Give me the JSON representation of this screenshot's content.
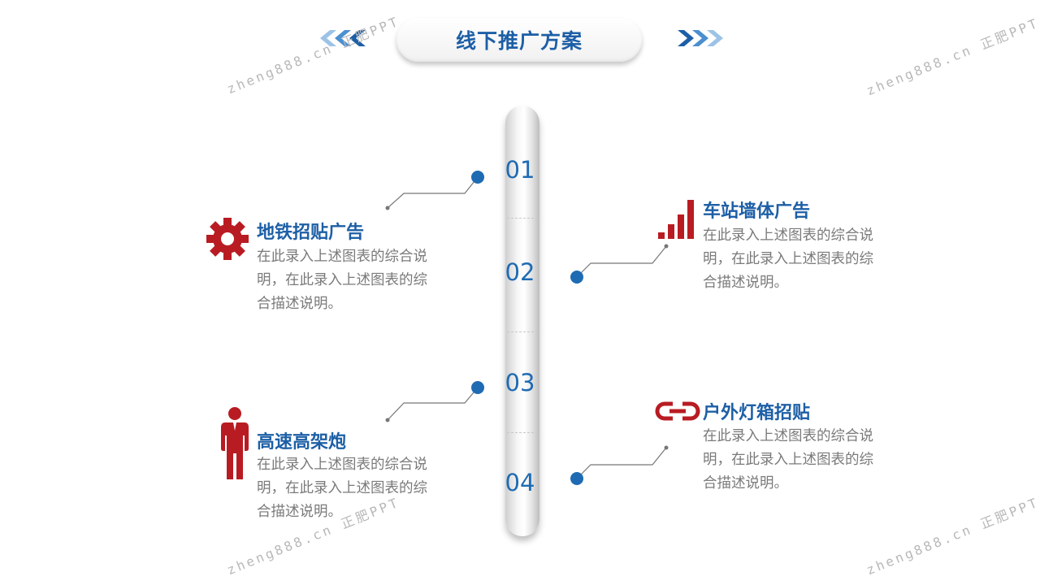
{
  "title": "线下推广方案",
  "watermarks": [
    {
      "text": "zheng888.cn 正肥PPT"
    },
    {
      "text": "zheng888.cn 正肥PPT"
    },
    {
      "text": "zheng888.cn 正肥PPT"
    },
    {
      "text": "zheng888.cn 正肥PPT"
    }
  ],
  "timeline": [
    {
      "number": "01",
      "heading": "地铁招贴广告",
      "icon": "gear-icon",
      "description": "在此录入上述图表的综合说明，在此录入上述图表的综合描述说明。"
    },
    {
      "number": "02",
      "heading": "车站墙体广告",
      "icon": "bar-chart-icon",
      "description": "在此录入上述图表的综合说明，在此录入上述图表的综合描述说明。"
    },
    {
      "number": "03",
      "heading": "高速高架炮",
      "icon": "person-icon",
      "description": "在此录入上述图表的综合说明，在此录入上述图表的综合描述说明。"
    },
    {
      "number": "04",
      "heading": "户外灯箱招贴",
      "icon": "link-icon",
      "description": "在此录入上述图表的综合说明，在此录入上述图表的综合描述说明。"
    }
  ],
  "colors": {
    "accent_blue": "#1d5fa6",
    "icon_red": "#b81c22",
    "description_gray": "#7a7a7a"
  }
}
